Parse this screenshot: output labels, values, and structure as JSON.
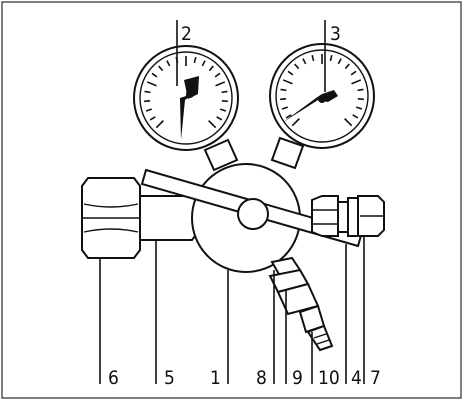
{
  "figure": {
    "labels": [
      {
        "id": "pressure-gauge",
        "text": "2"
      },
      {
        "id": "content-gauge",
        "text": "3"
      },
      {
        "id": "cylinder-nut",
        "text": "6"
      },
      {
        "id": "inlet-connector",
        "text": "5"
      },
      {
        "id": "regulator-body",
        "text": "1"
      },
      {
        "id": "relief-valve",
        "text": "8"
      },
      {
        "id": "outlet-nut",
        "text": "9"
      },
      {
        "id": "hose-nozzle",
        "text": "10"
      },
      {
        "id": "adjusting-handle",
        "text": "4"
      },
      {
        "id": "side-nut",
        "text": "7"
      }
    ]
  }
}
